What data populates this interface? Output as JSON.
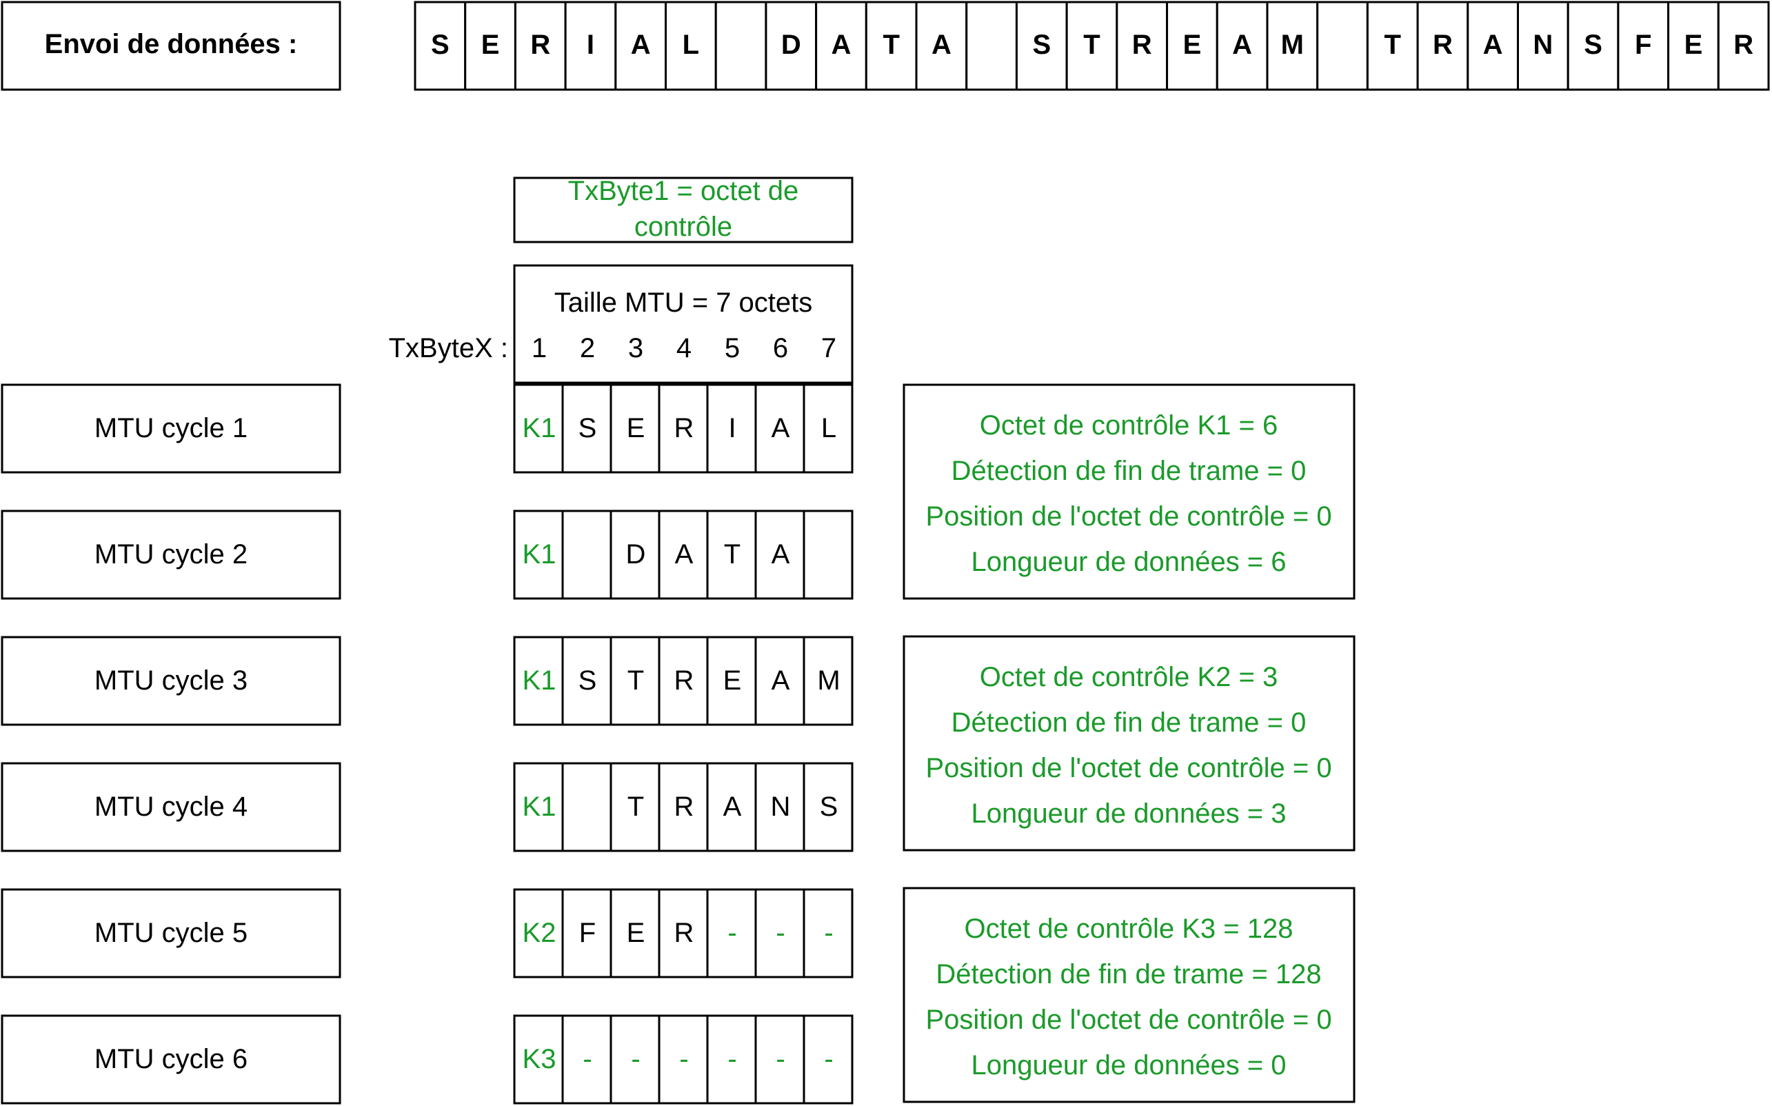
{
  "colors": {
    "text": "#000000",
    "accent_green": "#1a9a2a",
    "border": "#000000"
  },
  "header": {
    "label": "Envoi de données :",
    "stream": [
      "S",
      "E",
      "R",
      "I",
      "A",
      "L",
      "",
      "D",
      "A",
      "T",
      "A",
      "",
      "S",
      "T",
      "R",
      "E",
      "A",
      "M",
      "",
      "T",
      "R",
      "A",
      "N",
      "S",
      "F",
      "E",
      "R"
    ]
  },
  "txbyte1_note": {
    "line1": "TxByte1 = octet de",
    "line2": "contrôle"
  },
  "mtu_header": {
    "title": "Taille MTU = 7 octets",
    "row_label": "TxByteX :",
    "indices": [
      "1",
      "2",
      "3",
      "4",
      "5",
      "6",
      "7"
    ]
  },
  "cycles": [
    {
      "label": "MTU cycle 1",
      "bytes": [
        "K1",
        "S",
        "E",
        "R",
        "I",
        "A",
        "L"
      ]
    },
    {
      "label": "MTU cycle 2",
      "bytes": [
        "K1",
        "",
        "D",
        "A",
        "T",
        "A",
        ""
      ]
    },
    {
      "label": "MTU cycle 3",
      "bytes": [
        "K1",
        "S",
        "T",
        "R",
        "E",
        "A",
        "M"
      ]
    },
    {
      "label": "MTU cycle 4",
      "bytes": [
        "K1",
        "",
        "T",
        "R",
        "A",
        "N",
        "S"
      ]
    },
    {
      "label": "MTU cycle 5",
      "bytes": [
        "K2",
        "F",
        "E",
        "R",
        "-",
        "-",
        "-"
      ]
    },
    {
      "label": "MTU cycle 6",
      "bytes": [
        "K3",
        "-",
        "-",
        "-",
        "-",
        "-",
        "-"
      ]
    }
  ],
  "control_boxes": [
    {
      "lines": [
        "Octet de contrôle K1 = 6",
        "Détection de fin de trame = 0",
        "Position de l'octet de contrôle = 0",
        "Longueur de données = 6"
      ]
    },
    {
      "lines": [
        "Octet de contrôle K2 = 3",
        "Détection de fin de trame = 0",
        "Position de l'octet de contrôle = 0",
        "Longueur de données = 3"
      ]
    },
    {
      "lines": [
        "Octet de contrôle K3 = 128",
        "Détection de fin de trame = 128",
        "Position de l'octet de contrôle = 0",
        "Longueur de données = 0"
      ]
    }
  ]
}
